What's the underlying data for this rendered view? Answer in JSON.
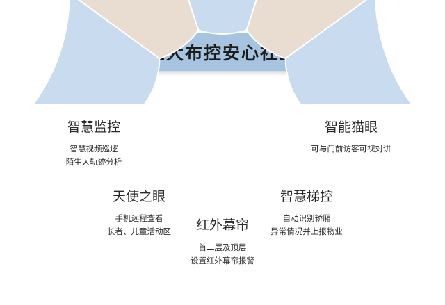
{
  "header": {
    "title": "五大布控安心社区"
  },
  "segments": [
    {
      "title": "智慧监控",
      "lines": [
        "智慧视频巡逻",
        "陌生人轨迹分析"
      ],
      "color": "#c9dbee"
    },
    {
      "title": "天使之眼",
      "lines": [
        "手机远程查看",
        "长者、儿童活动区"
      ],
      "color": "#e8ddd0"
    },
    {
      "title": "红外幕帘",
      "lines": [
        "首二层及顶层",
        "设置红外幕帘报警"
      ],
      "color": "#c9dbee"
    },
    {
      "title": "智慧梯控",
      "lines": [
        "自动识别轿厢",
        "异常情况并上报物业"
      ],
      "color": "#e8ddd0"
    },
    {
      "title": "智能猫眼",
      "lines": [
        "可与门前访客可视对讲"
      ],
      "color": "#c9dbee"
    }
  ]
}
